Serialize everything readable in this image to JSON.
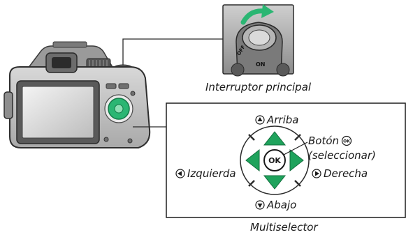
{
  "labels": {
    "power_switch": "Interruptor principal",
    "multiselector": "Multiselector",
    "up": "Arriba",
    "down": "Abajo",
    "left": "Izquierda",
    "right": "Derecha",
    "ok_button_line1": "Botón",
    "ok_button_line2": "(seleccionar)",
    "ok_glyph": "OK",
    "switch_off": "OFF",
    "switch_on": "ON"
  },
  "colors": {
    "accent_green": "#2bb673",
    "arrow_green": "#1fa35c",
    "camera_gray": "#8a8a8a"
  }
}
